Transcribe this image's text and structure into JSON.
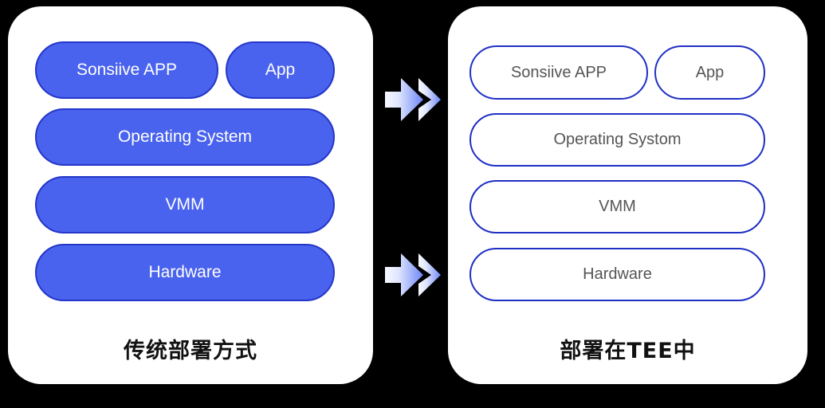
{
  "background_color": "#000000",
  "theme": {
    "card_bg": "#ffffff",
    "filled_box_bg": "#4a63ee",
    "filled_box_border": "#2436c9",
    "filled_box_text": "#ffffff",
    "outline_box_bg": "#ffffff",
    "outline_box_border": "#1f2fc4",
    "outline_box_text": "#555555",
    "caption_text": "#111111",
    "arrow_gradient_from": "#f2f5ff",
    "arrow_gradient_to": "#6d86f7"
  },
  "left_panel": {
    "caption": "传统部署方式",
    "stack": [
      {
        "id": "app-primary",
        "label": "Sonsiive APP"
      },
      {
        "id": "app-secondary",
        "label": "App"
      },
      {
        "id": "operating-system",
        "label": "Operating System"
      },
      {
        "id": "vmm",
        "label": "VMM"
      },
      {
        "id": "hardware",
        "label": "Hardware"
      }
    ]
  },
  "right_panel": {
    "caption": "部署在TEE中",
    "stack": [
      {
        "id": "app-primary",
        "label": "Sonsiive APP"
      },
      {
        "id": "app-secondary",
        "label": "App"
      },
      {
        "id": "operating-system",
        "label": "Operating Systom"
      },
      {
        "id": "vmm",
        "label": "VMM"
      },
      {
        "id": "hardware",
        "label": "Hardware"
      }
    ]
  },
  "arrows": [
    {
      "id": "arrow-top",
      "icon": "double-chevron-right-arrow-icon",
      "direction": "right"
    },
    {
      "id": "arrow-bottom",
      "icon": "double-chevron-right-arrow-icon",
      "direction": "right"
    }
  ]
}
